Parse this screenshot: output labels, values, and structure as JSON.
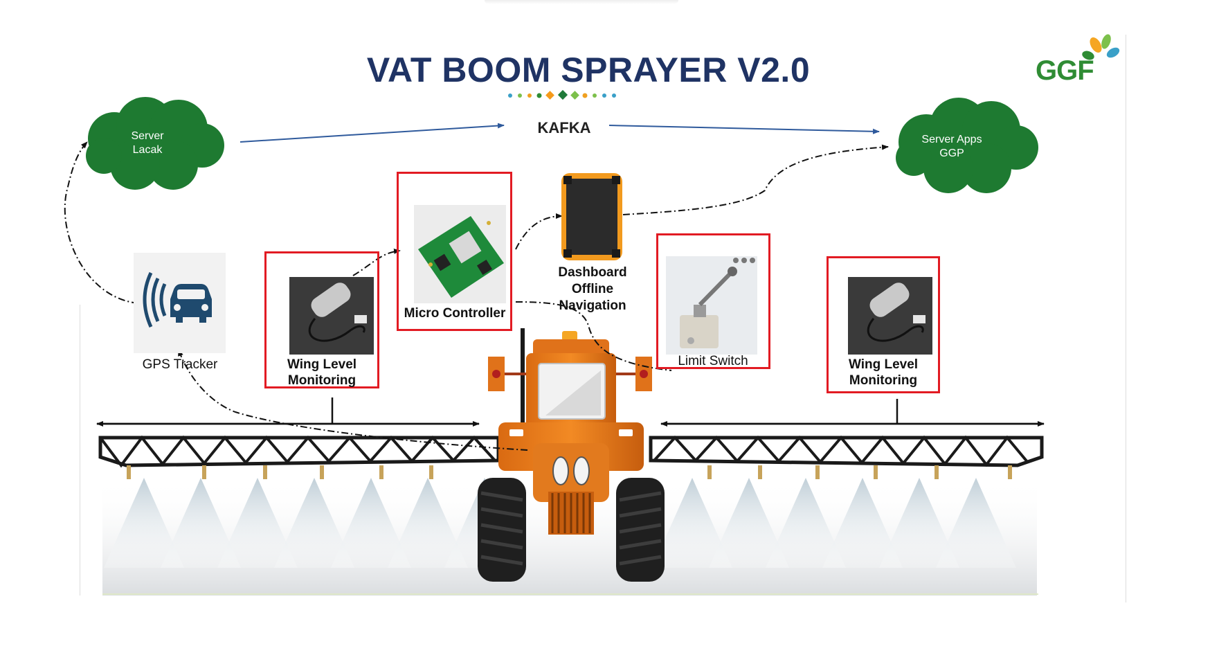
{
  "title": "VAT BOOM SPRAYER V2.0",
  "brand": {
    "logo_text": "GGF",
    "primary_color": "#1f3364",
    "accent_color": "#2f8c34",
    "highlight_color": "#e21b23"
  },
  "clouds": {
    "left": {
      "line1": "Server",
      "line2": "Lacak"
    },
    "right": {
      "line1": "Server Apps",
      "line2": "GGP"
    }
  },
  "kafka_label": "KAFKA",
  "components": {
    "gps": {
      "label": "GPS Tracker",
      "icon": "car-signal-icon"
    },
    "wing_left": {
      "line1": "Wing Level",
      "line2": "Monitoring",
      "icon": "level-sensor-icon"
    },
    "micro": {
      "label": "Micro Controller",
      "icon": "circuit-board-icon"
    },
    "dashboard": {
      "line1": "Dashboard",
      "line2": "Offline",
      "line3": "Navigation",
      "icon": "tablet-icon"
    },
    "limit": {
      "label": "Limit Switch",
      "icon": "limit-switch-icon"
    },
    "wing_right": {
      "line1": "Wing Level",
      "line2": "Monitoring",
      "icon": "level-sensor-icon"
    }
  },
  "machine": {
    "icon": "tractor-boom-sprayer-icon"
  }
}
